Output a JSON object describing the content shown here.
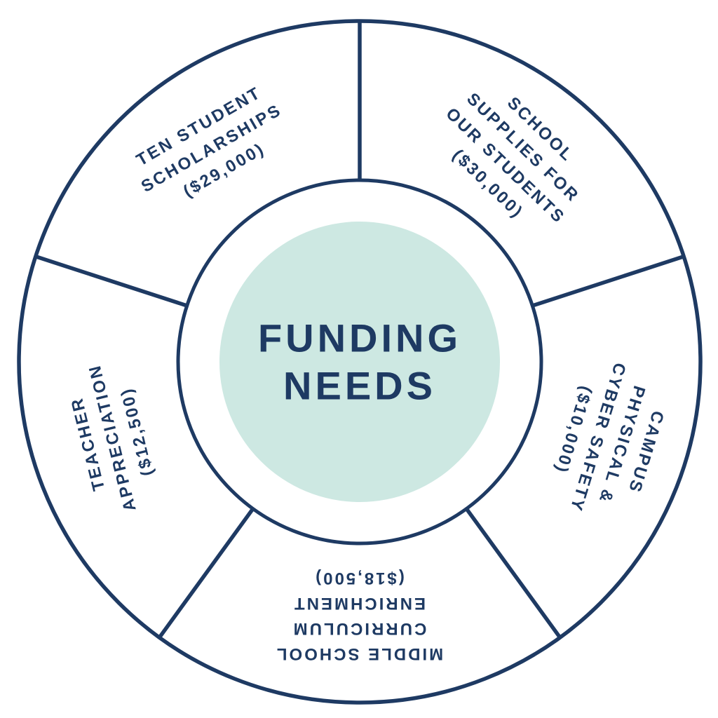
{
  "title": {
    "text": "FUNDING NEEDS",
    "lines": [
      "FUNDING",
      "NEEDS"
    ]
  },
  "wheel": {
    "segments": [
      {
        "id": "ten-student-scholarships",
        "label": "TEN STUDENT SCHOLARSHIPS",
        "amount": "$29,000",
        "lines": [
          "TEN STUDENT",
          "SCHOLARSHIPS",
          "($29,000)"
        ]
      },
      {
        "id": "school-supplies",
        "label": "SCHOOL SUPPLIES FOR OUR STUDENTS",
        "amount": "$30,000",
        "lines": [
          "SCHOOL",
          "SUPPLIES FOR",
          "OUR STUDENTS",
          "($30,000)"
        ]
      },
      {
        "id": "campus-safety",
        "label": "CAMPUS PHYSICAL & CYBER SAFETY",
        "amount": "$10,000",
        "lines": [
          "CAMPUS",
          "PHYSICAL &",
          "CYBER SAFETY",
          "($10,000)"
        ]
      },
      {
        "id": "middle-school-curriculum-enrichment",
        "label": "MIDDLE SCHOOL CURRICULUM ENRICHMENT",
        "amount": "$18,500",
        "lines": [
          "MIDDLE SCHOOL",
          "CURRICULUM",
          "ENRICHMENT",
          "($18,500)"
        ]
      },
      {
        "id": "teacher-appreciation",
        "label": "TEACHER APPRECIATION",
        "amount": "$12,500",
        "lines": [
          "TEACHER",
          "APPRECIATION",
          "($12,500)"
        ]
      }
    ]
  },
  "colors": {
    "navy": "#1e3a63",
    "mint": "#cde8e2",
    "background": "#ffffff"
  }
}
